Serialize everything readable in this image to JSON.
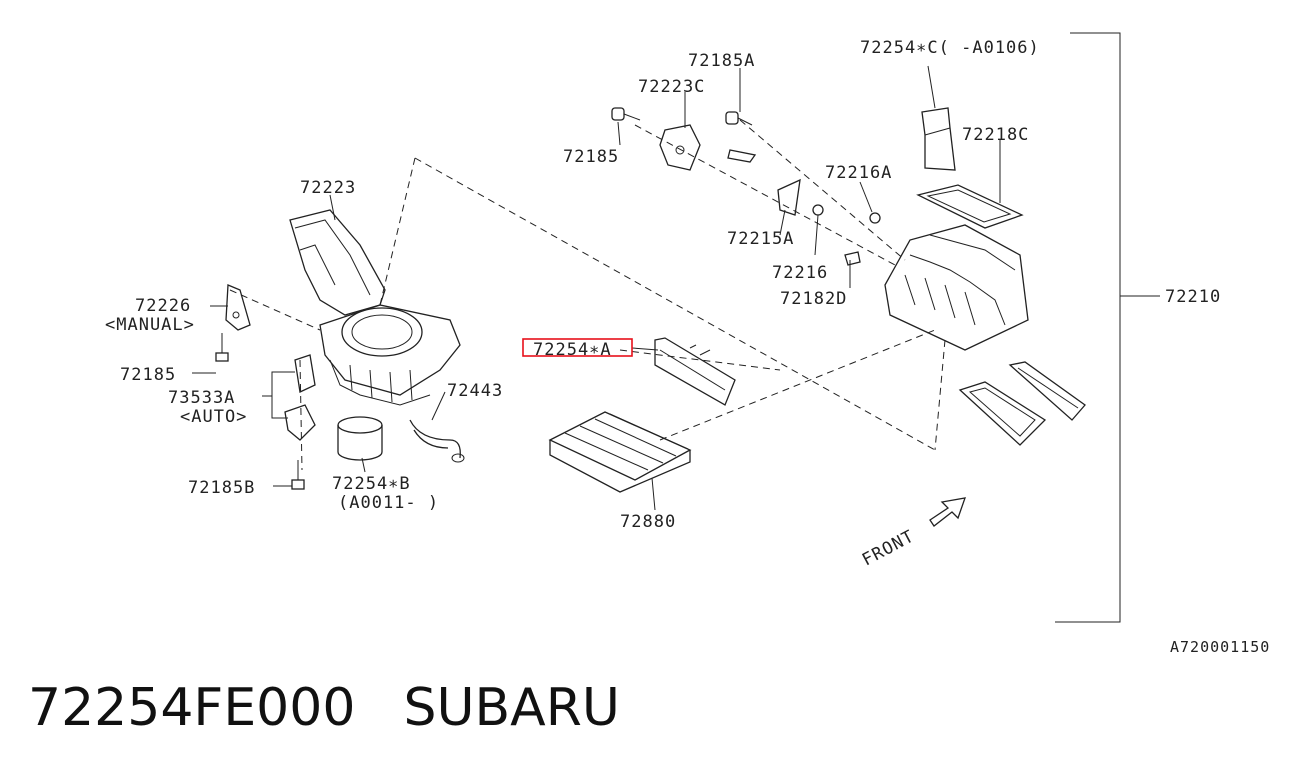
{
  "diagram": {
    "labels": {
      "p72254c": "72254∗C( -A0106)",
      "p72185a": "72185A",
      "p72223c": "72223C",
      "p72185_top": "72185",
      "p72218c": "72218C",
      "p72216a": "72216A",
      "p72223": "72223",
      "p72215a": "72215A",
      "p72216": "72216",
      "p72182d": "72182D",
      "p72210": "72210",
      "p72226": "72226",
      "p72226_sub": "<MANUAL>",
      "p72254a": "72254∗A",
      "p72185_left": "72185",
      "p73533a": "73533A",
      "p73533a_sub": "<AUTO>",
      "p72443": "72443",
      "p72185b": "72185B",
      "p72254b": "72254∗B",
      "p72254b_sub": "(A0011- )",
      "p72880": "72880",
      "front": "FRONT",
      "figure_code": "A720001150"
    },
    "highlight_color": "#e8101a"
  },
  "footer": {
    "part_number": "72254FE000",
    "brand": "SUBARU"
  }
}
